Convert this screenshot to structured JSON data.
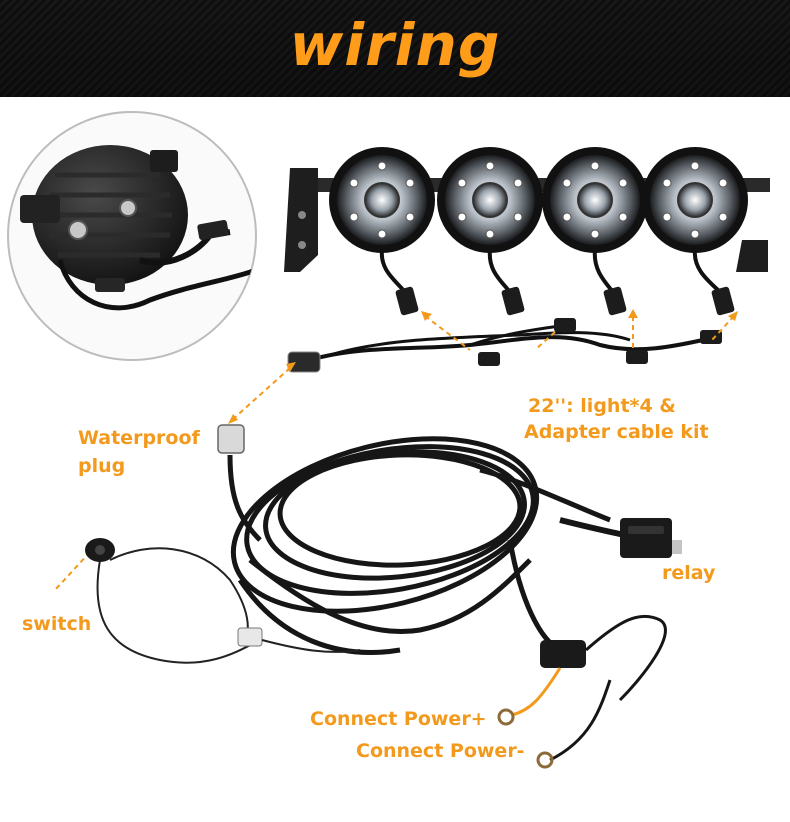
{
  "header": {
    "title": "wiring"
  },
  "labels": {
    "kit_line1": "22'': light*4 &",
    "kit_line2": "Adapter cable kit",
    "waterproof_line1": "Waterproof",
    "waterproof_line2": "plug",
    "relay": "relay",
    "switch": "switch",
    "power_pos": "Connect Power+",
    "power_neg": "Connect Power-"
  },
  "colors": {
    "accent": "#f39a1d",
    "header_bg": "#141414",
    "cable": "#1a1a1a"
  }
}
